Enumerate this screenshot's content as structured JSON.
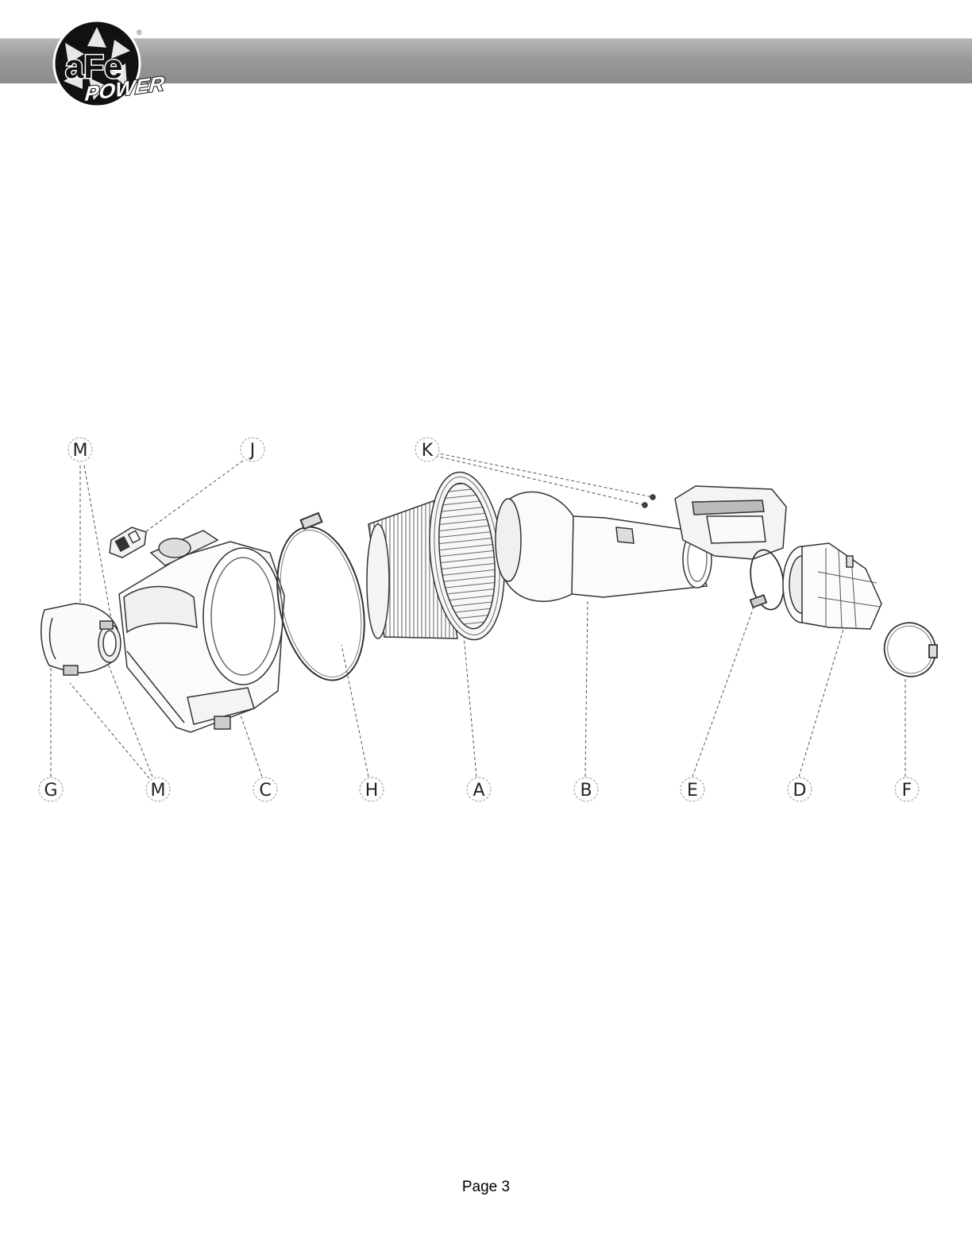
{
  "logo": {
    "brand_afe": "aFe",
    "brand_power": "POWER",
    "registered": "®"
  },
  "callouts_top": [
    "M",
    "J",
    "K"
  ],
  "callouts_bottom": [
    "G",
    "M",
    "C",
    "H",
    "A",
    "B",
    "E",
    "D",
    "F"
  ],
  "footer": {
    "page_label": "Page 3"
  }
}
